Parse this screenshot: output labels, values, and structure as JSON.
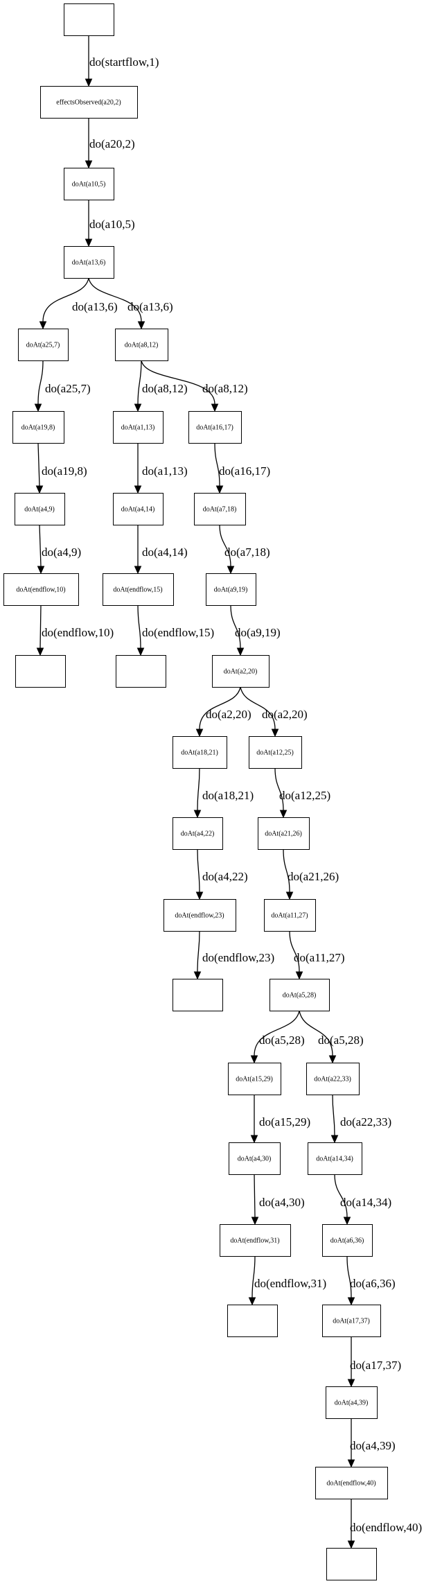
{
  "nodes": [
    {
      "id": "start",
      "label": ""
    },
    {
      "id": "n_eff",
      "label": "effectsObserved(a20,2)"
    },
    {
      "id": "n_a10",
      "label": "doAt(a10,5)"
    },
    {
      "id": "n_a13",
      "label": "doAt(a13,6)"
    },
    {
      "id": "n_a25",
      "label": "doAt(a25,7)"
    },
    {
      "id": "n_a8",
      "label": "doAt(a8,12)"
    },
    {
      "id": "n_a19",
      "label": "doAt(a19,8)"
    },
    {
      "id": "n_a1",
      "label": "doAt(a1,13)"
    },
    {
      "id": "n_a16",
      "label": "doAt(a16,17)"
    },
    {
      "id": "n_a4_9",
      "label": "doAt(a4,9)"
    },
    {
      "id": "n_a4_14",
      "label": "doAt(a4,14)"
    },
    {
      "id": "n_a7",
      "label": "doAt(a7,18)"
    },
    {
      "id": "n_end10",
      "label": "doAt(endflow,10)"
    },
    {
      "id": "n_end15",
      "label": "doAt(endflow,15)"
    },
    {
      "id": "n_a9",
      "label": "doAt(a9,19)"
    },
    {
      "id": "t1",
      "label": ""
    },
    {
      "id": "t2",
      "label": ""
    },
    {
      "id": "n_a2",
      "label": "doAt(a2,20)"
    },
    {
      "id": "n_a18",
      "label": "doAt(a18,21)"
    },
    {
      "id": "n_a12",
      "label": "doAt(a12,25)"
    },
    {
      "id": "n_a4_22",
      "label": "doAt(a4,22)"
    },
    {
      "id": "n_a21",
      "label": "doAt(a21,26)"
    },
    {
      "id": "n_end23",
      "label": "doAt(endflow,23)"
    },
    {
      "id": "n_a11",
      "label": "doAt(a11,27)"
    },
    {
      "id": "t3",
      "label": ""
    },
    {
      "id": "n_a5",
      "label": "doAt(a5,28)"
    },
    {
      "id": "n_a15",
      "label": "doAt(a15,29)"
    },
    {
      "id": "n_a22",
      "label": "doAt(a22,33)"
    },
    {
      "id": "n_a4_30",
      "label": "doAt(a4,30)"
    },
    {
      "id": "n_a14",
      "label": "doAt(a14,34)"
    },
    {
      "id": "n_end31",
      "label": "doAt(endflow,31)"
    },
    {
      "id": "n_a6",
      "label": "doAt(a6,36)"
    },
    {
      "id": "t4",
      "label": ""
    },
    {
      "id": "n_a17",
      "label": "doAt(a17,37)"
    },
    {
      "id": "n_a4_39",
      "label": "doAt(a4,39)"
    },
    {
      "id": "n_end40",
      "label": "doAt(endflow,40)"
    },
    {
      "id": "t5",
      "label": ""
    }
  ],
  "edges": [
    {
      "from": "start",
      "to": "n_eff",
      "label": "do(startflow,1)"
    },
    {
      "from": "n_eff",
      "to": "n_a10",
      "label": "do(a20,2)"
    },
    {
      "from": "n_a10",
      "to": "n_a13",
      "label": "do(a10,5)"
    },
    {
      "from": "n_a13",
      "to": "n_a25",
      "label": "do(a13,6)"
    },
    {
      "from": "n_a13",
      "to": "n_a8",
      "label": "do(a13,6)"
    },
    {
      "from": "n_a25",
      "to": "n_a19",
      "label": "do(a25,7)"
    },
    {
      "from": "n_a8",
      "to": "n_a1",
      "label": "do(a8,12)"
    },
    {
      "from": "n_a8",
      "to": "n_a16",
      "label": "do(a8,12)"
    },
    {
      "from": "n_a19",
      "to": "n_a4_9",
      "label": "do(a19,8)"
    },
    {
      "from": "n_a1",
      "to": "n_a4_14",
      "label": "do(a1,13)"
    },
    {
      "from": "n_a16",
      "to": "n_a7",
      "label": "do(a16,17)"
    },
    {
      "from": "n_a4_9",
      "to": "n_end10",
      "label": "do(a4,9)"
    },
    {
      "from": "n_a4_14",
      "to": "n_end15",
      "label": "do(a4,14)"
    },
    {
      "from": "n_a7",
      "to": "n_a9",
      "label": "do(a7,18)"
    },
    {
      "from": "n_end10",
      "to": "t1",
      "label": "do(endflow,10)"
    },
    {
      "from": "n_end15",
      "to": "t2",
      "label": "do(endflow,15)"
    },
    {
      "from": "n_a9",
      "to": "n_a2",
      "label": "do(a9,19)"
    },
    {
      "from": "n_a2",
      "to": "n_a18",
      "label": "do(a2,20)"
    },
    {
      "from": "n_a2",
      "to": "n_a12",
      "label": "do(a2,20)"
    },
    {
      "from": "n_a18",
      "to": "n_a4_22",
      "label": "do(a18,21)"
    },
    {
      "from": "n_a12",
      "to": "n_a21",
      "label": "do(a12,25)"
    },
    {
      "from": "n_a4_22",
      "to": "n_end23",
      "label": "do(a4,22)"
    },
    {
      "from": "n_a21",
      "to": "n_a11",
      "label": "do(a21,26)"
    },
    {
      "from": "n_end23",
      "to": "t3",
      "label": "do(endflow,23)"
    },
    {
      "from": "n_a11",
      "to": "n_a5",
      "label": "do(a11,27)"
    },
    {
      "from": "n_a5",
      "to": "n_a15",
      "label": "do(a5,28)"
    },
    {
      "from": "n_a5",
      "to": "n_a22",
      "label": "do(a5,28)"
    },
    {
      "from": "n_a15",
      "to": "n_a4_30",
      "label": "do(a15,29)"
    },
    {
      "from": "n_a22",
      "to": "n_a14",
      "label": "do(a22,33)"
    },
    {
      "from": "n_a4_30",
      "to": "n_end31",
      "label": "do(a4,30)"
    },
    {
      "from": "n_a14",
      "to": "n_a6",
      "label": "do(a14,34)"
    },
    {
      "from": "n_end31",
      "to": "t4",
      "label": "do(endflow,31)"
    },
    {
      "from": "n_a6",
      "to": "n_a17",
      "label": "do(a6,36)"
    },
    {
      "from": "n_a17",
      "to": "n_a4_39",
      "label": "do(a17,37)"
    },
    {
      "from": "n_a4_39",
      "to": "n_end40",
      "label": "do(a4,39)"
    },
    {
      "from": "n_end40",
      "to": "t5",
      "label": "do(endflow,40)"
    }
  ]
}
